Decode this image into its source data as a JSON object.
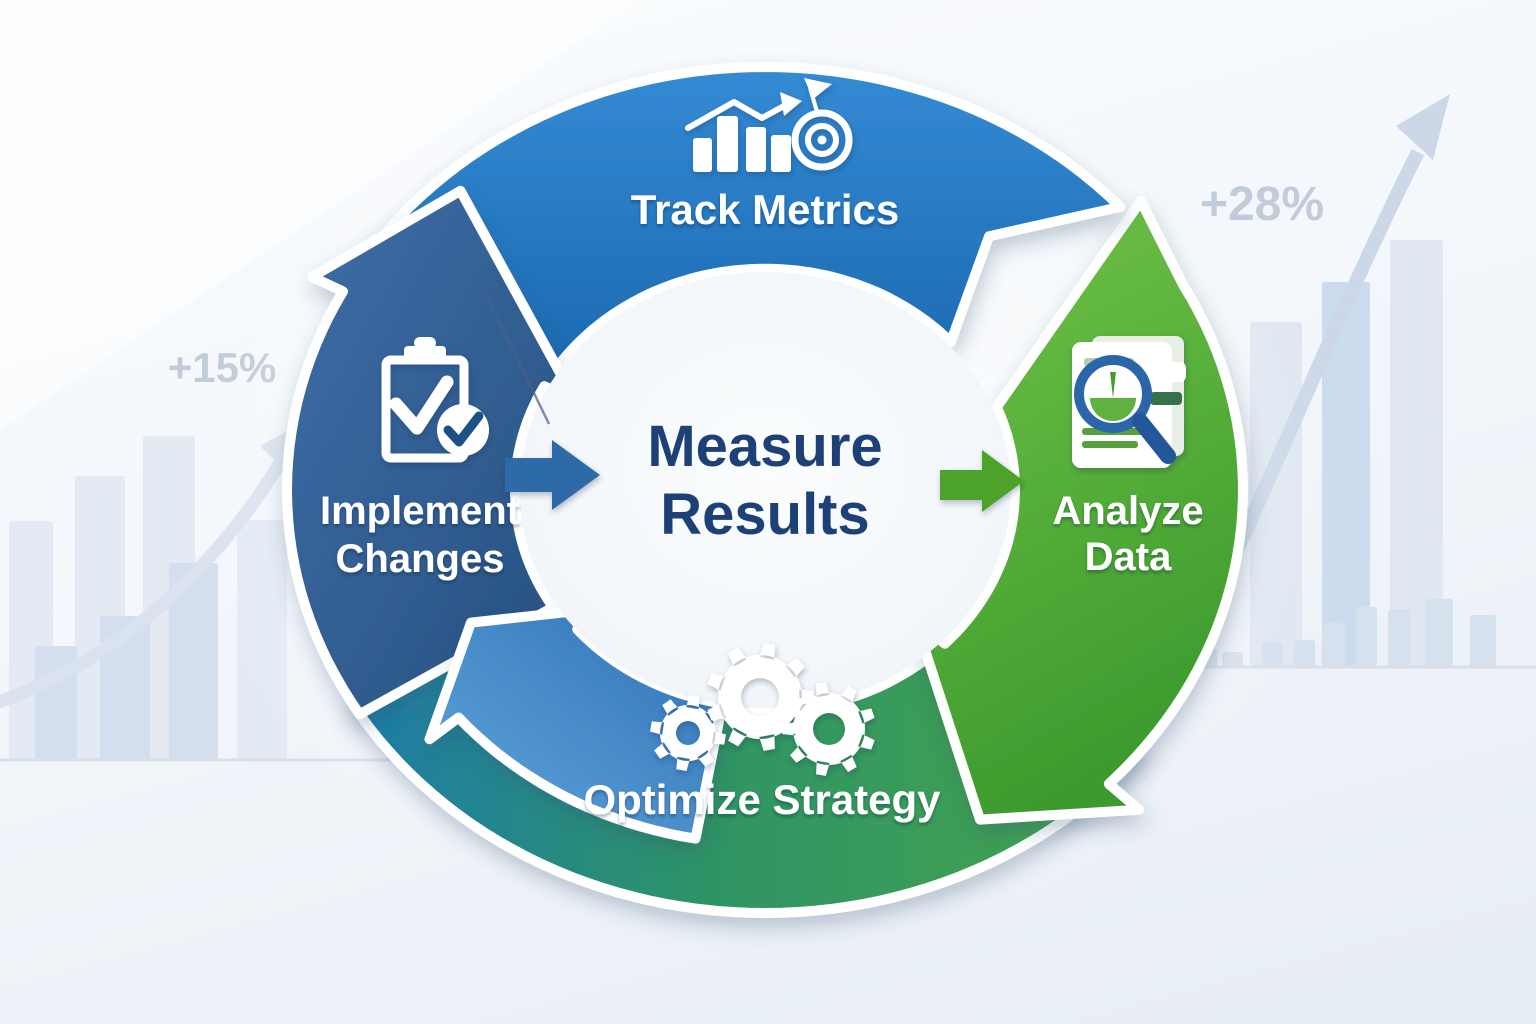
{
  "cycle": {
    "flow_direction": "clockwise",
    "center_label": {
      "line1": "Measure",
      "line2": "Results",
      "color": "#1d4076"
    },
    "stages": [
      {
        "label": "Track Metrics",
        "position": "top",
        "color": "#1d74c2",
        "icon": "bar-chart-target-icon"
      },
      {
        "label": "Analyze Data",
        "label_line1": "Analyze",
        "label_line2": "Data",
        "position": "right",
        "color": "#57ab32",
        "icon": "document-magnifier-icon"
      },
      {
        "label": "Optimize Strategy",
        "position": "bottom",
        "color": "#2e9465",
        "icon": "gears-icon"
      },
      {
        "label": "Implement Changes",
        "label_line1": "Implement",
        "label_line2": "Changes",
        "position": "left",
        "color": "#2b5d94",
        "icon": "clipboard-check-icon"
      }
    ]
  },
  "background": {
    "left_stat": "+15%",
    "right_stat": "+28%",
    "stat_color": "#c2cbd9",
    "decor": [
      "bar-chart-silhouette-left",
      "growth-arrow-left",
      "bar-chart-silhouette-right",
      "growth-arrow-right"
    ]
  }
}
